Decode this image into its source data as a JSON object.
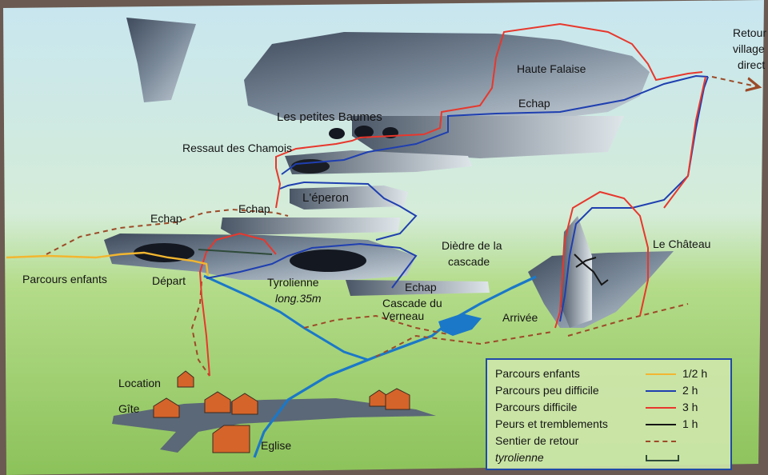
{
  "map": {
    "top_right_text": [
      "Retour",
      "village",
      "direct"
    ],
    "places": {
      "haute_falaise": "Haute Falaise",
      "echap_top": "Echap",
      "petites_baumes": "Les petites Baumes",
      "ressaut": "Ressaut des Chamois",
      "eperon": "L'éperon",
      "echap_left": "Echap",
      "echap_mid": "Echap",
      "diedre": [
        "Dièdre de la",
        "cascade"
      ],
      "echap_low": "Echap",
      "chateau": "Le Château",
      "parcours_enfants": "Parcours enfants",
      "depart": "Départ",
      "tyrolienne": "Tyrolienne",
      "tyrolienne_len": "long.35m",
      "cascade": [
        "Cascade du",
        "Verneau"
      ],
      "arrivee": "Arrivée",
      "location": "Location",
      "gite": "Gîte",
      "eglise": "Eglise"
    },
    "colors": {
      "grass": "#9ccb6a",
      "sky": "#cfe8ef",
      "rock": "#5f6f80",
      "enfants": "#f2b630",
      "peu_difficile": "#1f3fb0",
      "difficile": "#e8372c",
      "peurs": "#151515",
      "retour": "#9c4a28",
      "river": "#1b78c8",
      "house": "#d5642a"
    }
  },
  "legend": {
    "rows": [
      {
        "label": "Parcours enfants",
        "duration": "1/2 h",
        "color": "#f2b630",
        "style": "solid"
      },
      {
        "label": "Parcours peu difficile",
        "duration": "2 h",
        "color": "#1f3fb0",
        "style": "solid"
      },
      {
        "label": "Parcours difficile",
        "duration": "3 h",
        "color": "#e8372c",
        "style": "solid"
      },
      {
        "label": "Peurs et tremblements",
        "duration": "1 h",
        "color": "#151515",
        "style": "solid"
      },
      {
        "label": "Sentier de retour",
        "duration": "",
        "color": "#9c4a28",
        "style": "dashed"
      },
      {
        "label": "tyrolienne",
        "duration": "",
        "color": "#2f4a3a",
        "style": "zip"
      }
    ]
  }
}
